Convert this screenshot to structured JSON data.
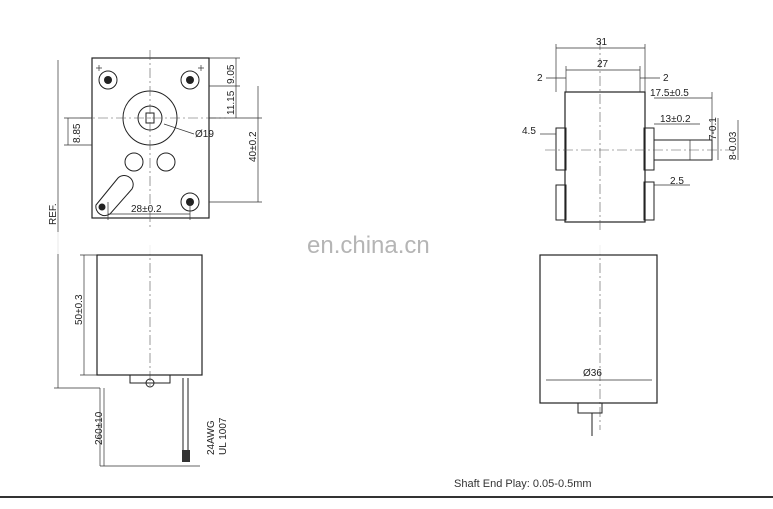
{
  "watermark": "en.china.cn",
  "footer_note": "Shaft End Play: 0.05-0.5mm",
  "front_view": {
    "dim_top_right": "9.05",
    "dim_mid_right": "11.15",
    "dim_height": "40±0.2",
    "dim_left": "8.85",
    "dim_shaft_dia": "Ø19",
    "dim_hole_spacing": "28±0.2",
    "dim_ref": "REF.",
    "dim_motor_length": "50±0.3",
    "dim_wire_length": "260±10",
    "wire_spec_line1": "UL 1007",
    "wire_spec_line2": "24AWG"
  },
  "side_view": {
    "dim_total_width": "31",
    "dim_inner_width": "27",
    "dim_left_wall": "2",
    "dim_right_wall": "2",
    "dim_shaft_total": "17.5±0.5",
    "dim_shaft_flat": "13±0.2",
    "dim_flat_tol": "7-0.1",
    "dim_shaft_dia": "8-0.03",
    "dim_left_boss": "4.5",
    "dim_gap": "2.5",
    "dim_motor_dia": "Ø36"
  }
}
